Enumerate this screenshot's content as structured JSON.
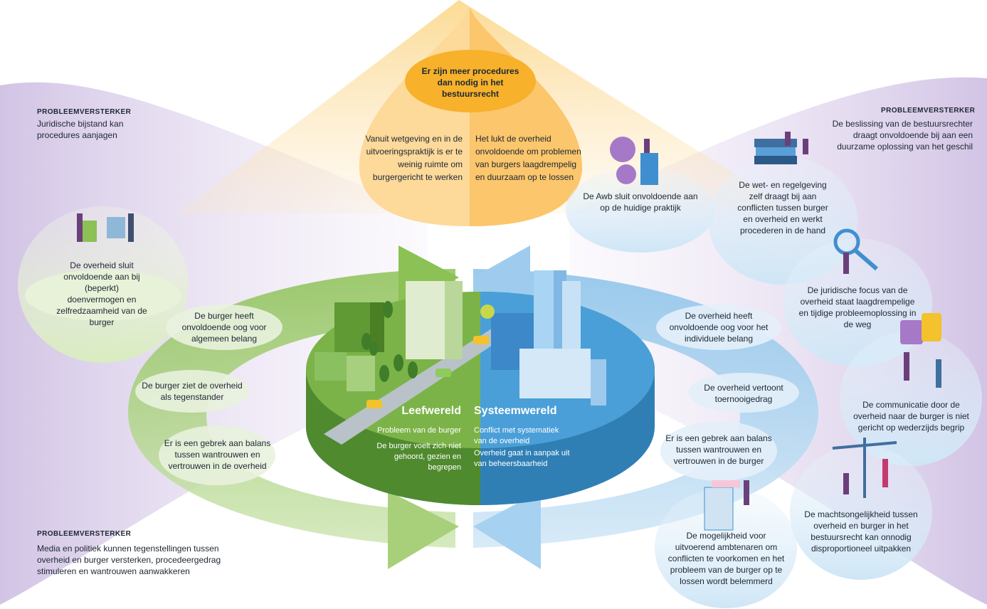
{
  "top": {
    "title": "Er zijn meer procedures dan nodig in het bestuursrecht",
    "left": "Vanuit wetgeving en in de uitvoeringspraktijk is er te weinig ruimte om burgergericht te werken",
    "right": "Het lukt de overheid onvoldoende om problemen van burgers laagdrempelig en duurzaam op te lossen"
  },
  "amplifiers": {
    "tag": "PROBLEEMVERSTERKER",
    "top_left": "Juridische bijstand kan procedures aanjagen",
    "top_right": "De beslissing van de bestuursrechter draagt onvoldoende bij aan een duurzame oplossing van het geschil",
    "bottom_left": "Media en politiek kunnen tegenstellingen tussen overheid en burger versterken, procedeergedrag stimuleren en wantrouwen aanwakkeren"
  },
  "green_ring": {
    "item1": "De burger heeft onvoldoende oog voor algemeen belang",
    "item2": "De burger ziet de overheid als tegenstander",
    "item3": "Er is een gebrek aan balans tussen wantrouwen en vertrouwen in de overheid"
  },
  "blue_ring": {
    "item1": "De overheid heeft onvoldoende oog voor het individuele belang",
    "item2": "De overheid vertoont toernooigedrag",
    "item3": "Er is een gebrek aan balans tussen wantrouwen en vertrouwen in de burger"
  },
  "left_bubble": "De overheid sluit onvoldoende aan bij (beperkt) doenvermogen en zelfredzaamheid van de burger",
  "right_bubbles": {
    "awb": "De Awb sluit onvoldoende aan op de huidige praktijk",
    "wet": "De wet- en regelgeving zelf draagt bij aan conflicten tussen burger en overheid en werkt procederen in de hand",
    "focus": "De juridische focus van de overheid staat laagdrempelige en tijdige probleemoplossing in de weg",
    "comm": "De communicatie door de overheid naar de burger is niet gericht op wederzijds begrip",
    "macht": "De machtsongelijkheid tussen overheid en burger in het bestuursrecht kan onnodig disproportioneel uitpakken",
    "amb": "De mogelijkheid voor uitvoerend ambtenaren om conflicten te voorkomen en het probleem van de burger op te lossen wordt belemmerd"
  },
  "center": {
    "left_title": "Leefwereld",
    "left_1": "Probleem van de burger",
    "left_2": "De burger voelt zich niet gehoord, gezien en begrepen",
    "right_title": "Systeemwereld",
    "right_1": "Conflict met systematiek van de overheid",
    "right_2": "Overheid gaat in aanpak uit van beheersbaarheid"
  },
  "colors": {
    "orange": "#f7b733",
    "green": "#7bb348",
    "blue": "#4a9fd8",
    "purple": "#c9b8df"
  }
}
